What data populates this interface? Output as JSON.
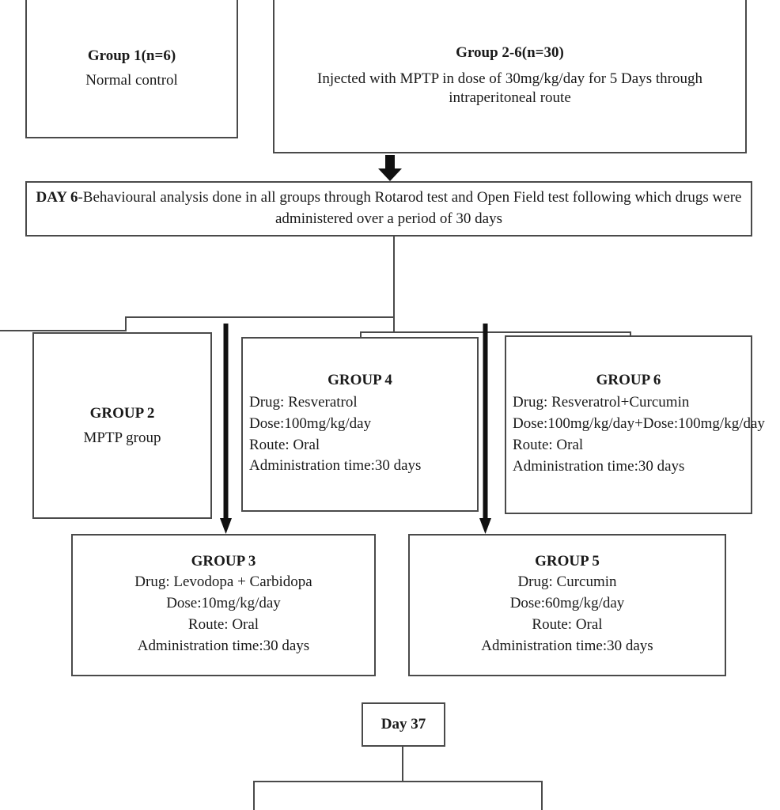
{
  "diagram": {
    "title": "Experimental design flowchart",
    "colors": {
      "line": "#4a4a4a",
      "arrow": "#111111",
      "background": "#ffffff",
      "text": "#1a1a1a"
    },
    "group1": {
      "title": "Group 1(n=6)",
      "subtitle": "Normal control"
    },
    "group2_6": {
      "title": "Group 2-6(n=30)",
      "body": "Injected with MPTP  in dose of  30mg/kg/day for 5  Days through intraperitoneal route"
    },
    "mptp_arrow_icon": "arrow-down-icon",
    "day6": {
      "lead": "DAY 6",
      "text": "-Behavioural analysis done in all groups through Rotarod test and Open Field test following which drugs were administered over a period of 30 days"
    },
    "group2": {
      "title": "GROUP 2",
      "subtitle": "MPTP group"
    },
    "group4": {
      "title": "GROUP 4",
      "lines": [
        "Drug: Resveratrol",
        "Dose:100mg/kg/day",
        "Route: Oral",
        "Administration time:30 days"
      ]
    },
    "group6": {
      "title": "GROUP 6",
      "lines": [
        "Drug: Resveratrol+Curcumin",
        "Dose:100mg/kg/day+Dose:100mg/kg/day",
        "Route: Oral",
        "Administration time:30 days"
      ]
    },
    "group3": {
      "title": "GROUP 3",
      "lines": [
        "Drug: Levodopa + Carbidopa",
        "Dose:10mg/kg/day",
        "Route: Oral",
        "Administration time:30 days"
      ]
    },
    "group5": {
      "title": "GROUP 5",
      "lines": [
        "Drug: Curcumin",
        "Dose:60mg/kg/day",
        "Route: Oral",
        "Administration time:30 days"
      ]
    },
    "day37": {
      "label": "Day 37"
    },
    "arrow_icons": {
      "to_group3": "arrow-down-icon",
      "to_group5": "arrow-down-icon"
    }
  }
}
